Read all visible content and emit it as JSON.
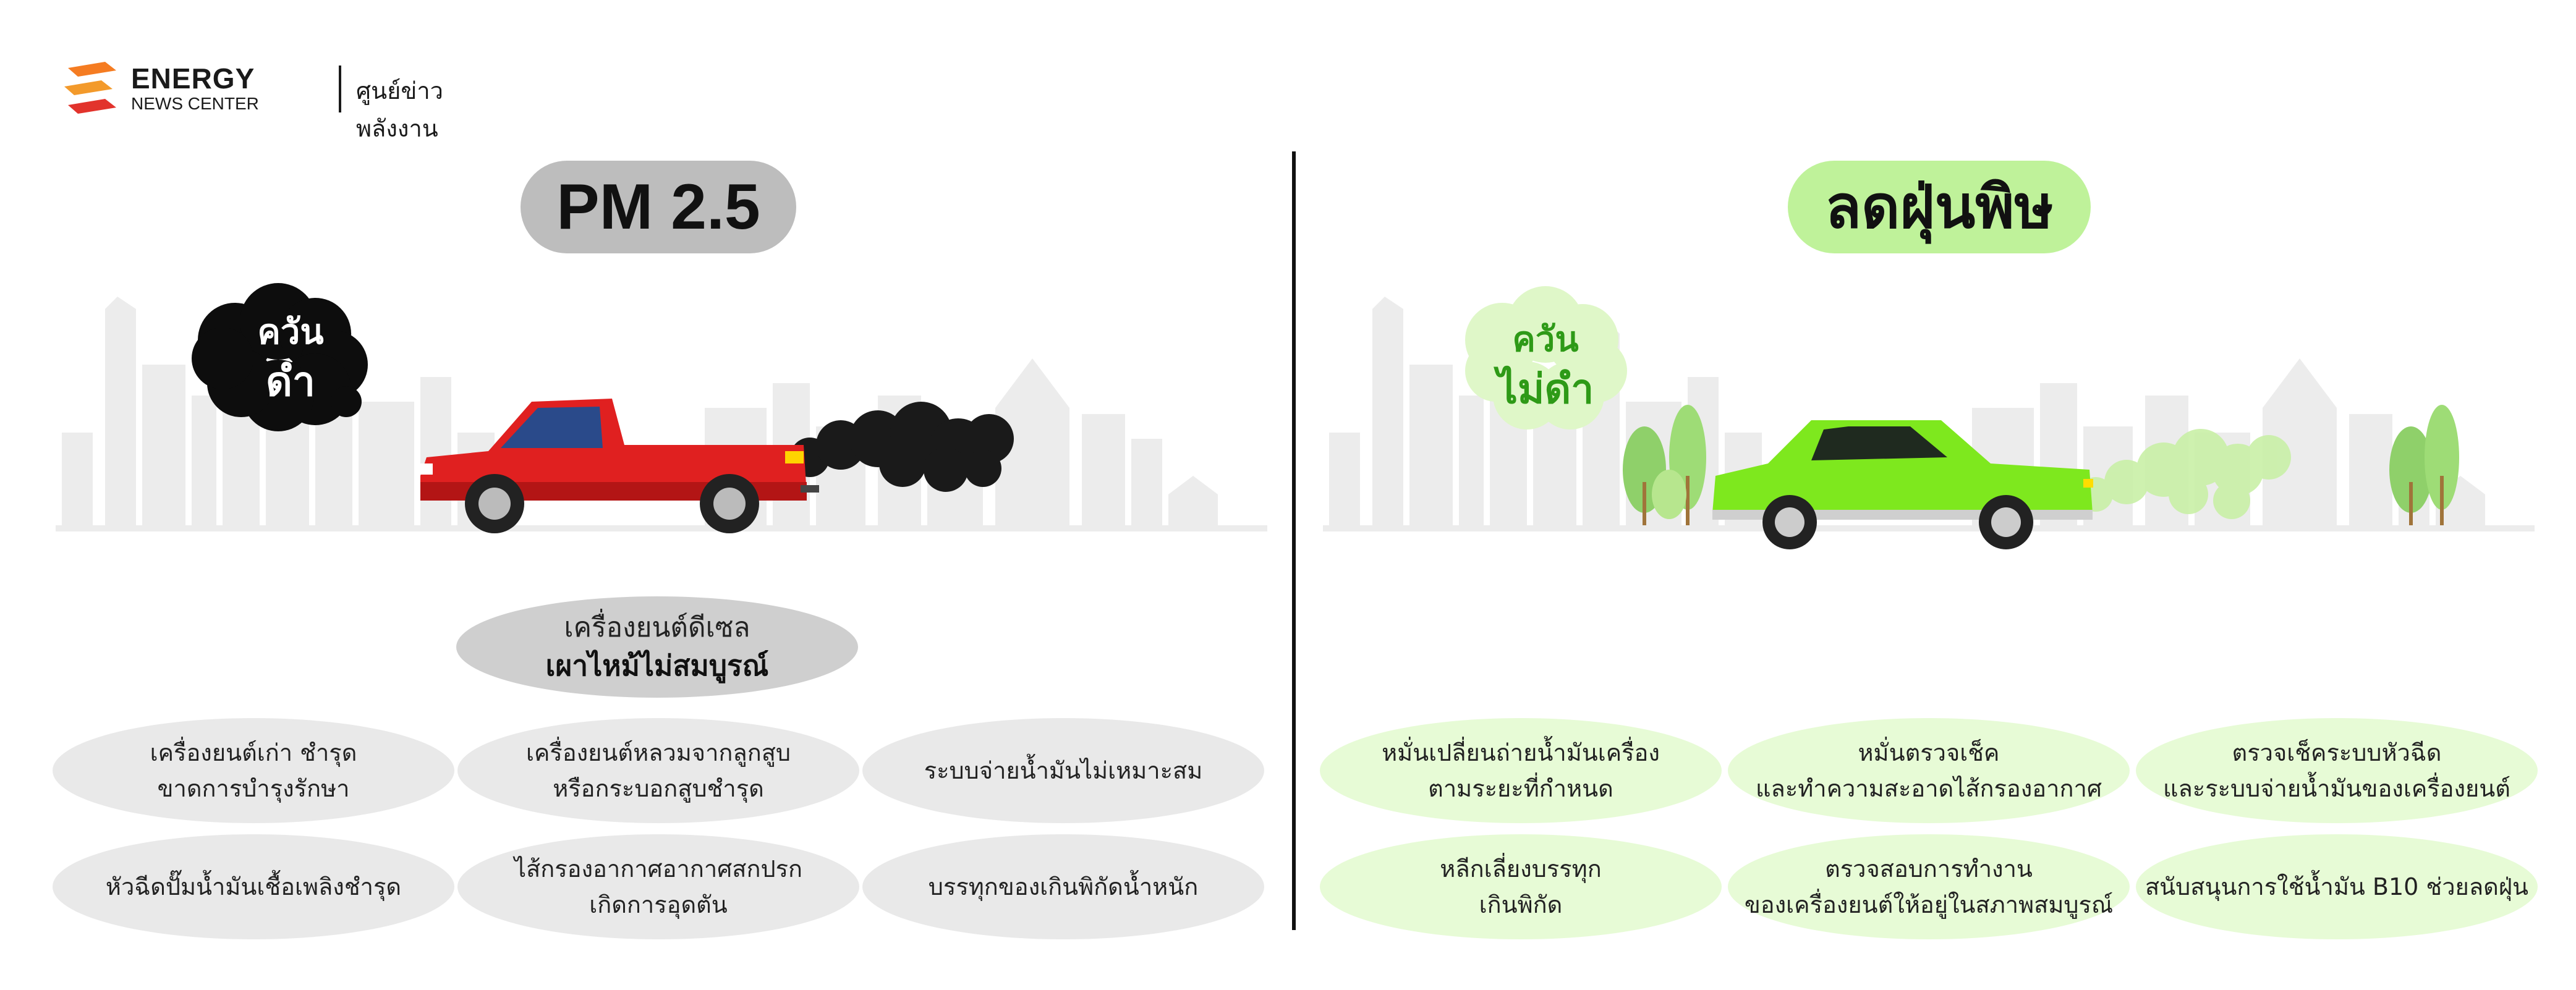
{
  "header": {
    "brand_line1": "ENERGY",
    "brand_line2": "NEWS CENTER",
    "brand_thai": "ศูนย์ข่าวพลังงาน"
  },
  "left": {
    "title": "PM 2.5",
    "cloud_line1": "ควัน",
    "cloud_line2": "ดำ",
    "engine_line1": "เครื่องยนต์ดีเซล",
    "engine_line2": "เผาไหม้ไม่สมบูรณ์",
    "causes": [
      "เครื่องยนต์เก่า  ชำรุด\nขาดการบำรุงรักษา",
      "เครื่องยนต์หลวมจากลูกสูบ\nหรือกระบอกสูบชำรุด",
      "ระบบจ่ายน้ำมันไม่เหมาะสม",
      "หัวฉีดปั๊มน้ำมันเชื้อเพลิงชำรุด",
      "ไส้กรองอากาศอากาศสกปรก\nเกิดการอุดตัน",
      "บรรทุกของเกินพิกัดน้ำหนัก"
    ]
  },
  "right": {
    "title": "ลดฝุ่นพิษ",
    "cloud_line1": "ควัน",
    "cloud_line2": "ไม่ดำ",
    "solutions": [
      "หมั่นเปลี่ยนถ่ายน้ำมันเครื่อง\nตามระยะที่กำหนด",
      "หมั่นตรวจเช็ค\nและทำความสะอาดไส้กรองอากาศ",
      "ตรวจเช็คระบบหัวฉีด\nและระบบจ่ายน้ำมันของเครื่องยนต์",
      "หลีกเลี่ยงบรรทุก\nเกินพิกัด",
      "ตรวจสอบการทำงาน\nของเครื่องยนต์ให้อยู่ในสภาพสมบูรณ์",
      "สนับสนุนการใช้น้ำมัน B10 ช่วยลดฝุ่น"
    ]
  },
  "colors": {
    "pm_pill": "#bdbdbd",
    "green_pill": "#bff29a",
    "gray_oval": "#e9e9e9",
    "green_oval": "#e7fbd6",
    "truck_red": "#e02020",
    "car_green": "#7ee81e",
    "logo_orange": "#f57c22",
    "logo_red": "#e2332c"
  }
}
